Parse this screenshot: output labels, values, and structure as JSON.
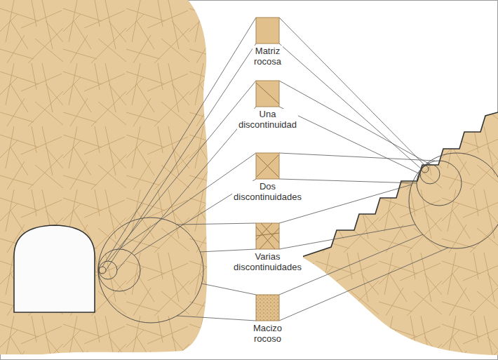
{
  "diagram": {
    "nodes": [
      {
        "text": [
          "Matriz rocosa"
        ]
      },
      {
        "text": [
          "Una discontinuidad"
        ]
      },
      {
        "text": [
          "Dos discontinuidades"
        ]
      },
      {
        "text": [
          "Varias discontinuidades"
        ]
      },
      {
        "text": [
          "Macizo rocoso"
        ]
      }
    ]
  }
}
